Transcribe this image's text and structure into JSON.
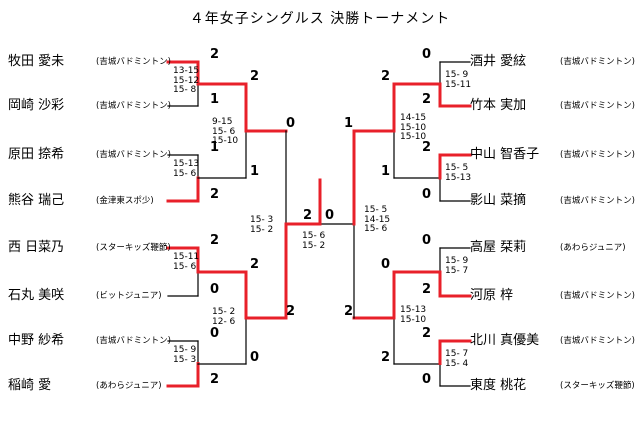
{
  "title": "４年女子シングルス 決勝トーナメント",
  "colors": {
    "win": "#e8202a",
    "line": "#000000"
  },
  "left_players": [
    {
      "name": "牧田 愛未",
      "club": "(吉城バドミントン)"
    },
    {
      "name": "岡崎 沙彩",
      "club": "(吉城バドミントン)"
    },
    {
      "name": "原田 捺希",
      "club": "(吉城バドミントン)"
    },
    {
      "name": "熊谷 瑞己",
      "club": "(金津東スポ少)"
    },
    {
      "name": "西 日菜乃",
      "club": "(スターキッズ鞭節)"
    },
    {
      "name": "石丸 美咲",
      "club": "(ビットジュニア)"
    },
    {
      "name": "中野 紗希",
      "club": "(吉城バドミントン)"
    },
    {
      "name": "稲崎 愛",
      "club": "(あわらジュニア)"
    }
  ],
  "right_players": [
    {
      "name": "酒井 愛絃",
      "club": "(吉城バドミントン)"
    },
    {
      "name": "竹本 実加",
      "club": "(吉城バドミントン)"
    },
    {
      "name": "中山 智香子",
      "club": "(吉城バドミントン)"
    },
    {
      "name": "影山 菜摘",
      "club": "(吉城バドミントン)"
    },
    {
      "name": "高屋 栞莉",
      "club": "(あわらジュニア)"
    },
    {
      "name": "河原 梓",
      "club": "(吉城バドミントン)"
    },
    {
      "name": "北川 真優美",
      "club": "(吉城バドミントン)"
    },
    {
      "name": "東度 桃花",
      "club": "(スターキッズ鞭節)"
    }
  ],
  "labels": {
    "r1_l1": {
      "a": "2",
      "b": "1",
      "s1": "13-15",
      "s2": "15-12",
      "s3": "15- 8"
    },
    "r1_l2": {
      "a": "1",
      "b": "2",
      "s1": "15-13",
      "s2": "15- 6"
    },
    "r1_l3": {
      "a": "2",
      "b": "0",
      "s1": "15-11",
      "s2": "15- 6"
    },
    "r1_l4": {
      "a": "0",
      "b": "2",
      "s1": "15- 9",
      "s2": "15- 3"
    },
    "r2_l1": {
      "a": "2",
      "b": "1",
      "s1": "9-15",
      "s2": "15- 6",
      "s3": "15-10"
    },
    "r2_l2": {
      "a": "2",
      "b": "0",
      "s1": "15- 2",
      "s2": "12- 6"
    },
    "sf_l": {
      "a": "0",
      "b": "2",
      "s1": "15- 3",
      "s2": "15- 2"
    },
    "final": {
      "a": "2",
      "b": "0",
      "s1": "15- 6",
      "s2": "15- 2"
    },
    "sf_r": {
      "a": "1",
      "b": "2",
      "s1": "15- 5",
      "s2": "14-15",
      "s3": "15- 6"
    },
    "r2_r1": {
      "a": "2",
      "b": "1",
      "s1": "14-15",
      "s2": "15-10",
      "s3": "15-10"
    },
    "r2_r2": {
      "a": "0",
      "b": "2",
      "s1": "15-13",
      "s2": "15-10"
    },
    "r1_r1": {
      "a": "0",
      "b": "2",
      "s1": "15- 9",
      "s2": "15-11"
    },
    "r1_r2": {
      "a": "2",
      "b": "0",
      "s1": "15- 5",
      "s2": "15-13"
    },
    "r1_r3": {
      "a": "0",
      "b": "2",
      "s1": "15- 9",
      "s2": "15- 7"
    },
    "r1_r4": {
      "a": "2",
      "b": "0",
      "s1": "15- 7",
      "s2": "15- 4"
    }
  }
}
